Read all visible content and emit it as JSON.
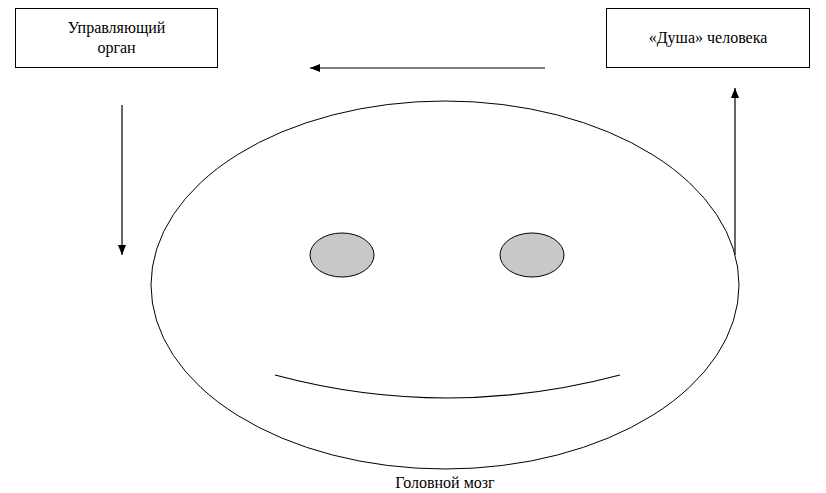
{
  "diagram": {
    "nodes": [
      {
        "text": [
          "Управляющий орган"
        ]
      },
      {
        "text": [
          "«Душа» человека"
        ]
      },
      {
        "text": [
          "Головной мозг"
        ]
      }
    ],
    "edges": [
      {
        "from": 1,
        "to": 0,
        "arrow": "to"
      },
      {
        "from": 0,
        "to": 2,
        "arrow": "to"
      },
      {
        "from": 2,
        "to": 1,
        "arrow": "to"
      }
    ]
  }
}
